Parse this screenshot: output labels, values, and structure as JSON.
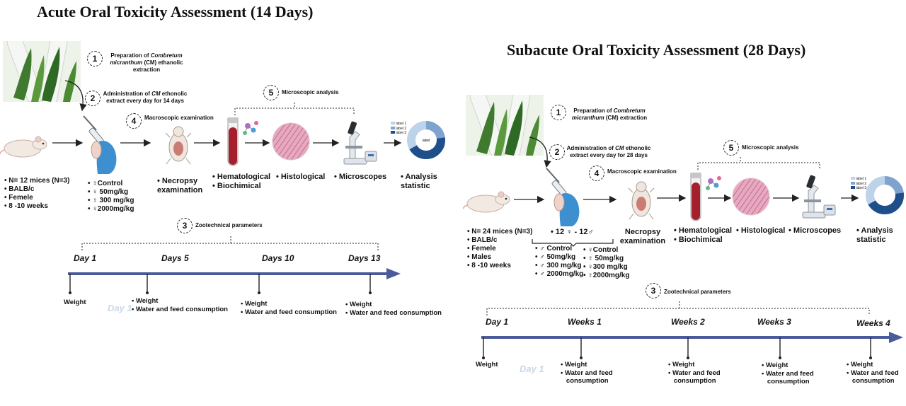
{
  "acute": {
    "title": "Acute Oral Toxicity  Assessment (14 Days)",
    "steps": {
      "s1": {
        "num": "1",
        "line1a": "Preparation of ",
        "line1b": "Combretum",
        "line2a": "micranthum",
        "line2b": " (CM) ethanolic",
        "line3": "extraction"
      },
      "s2": {
        "num": "2",
        "line1a": "Administration of ",
        "line1b": "CM",
        "line1c": " ethonolic",
        "line2": "extract every day for 14 days"
      },
      "s4": {
        "num": "4",
        "text": "Macroscopic examination"
      },
      "s5": {
        "num": "5",
        "text": "Microscopic analysis"
      },
      "s3": {
        "num": "3",
        "text": "Zootechnical parameters"
      }
    },
    "subjects": [
      "N= 12 mices (N=3)",
      "BALB/c",
      "Femele",
      "8 -10 weeks"
    ],
    "doses": [
      "♀Control",
      "♀ 50mg/kg",
      "♀ 300 mg/kg",
      "♀2000mg/kg"
    ],
    "labels": {
      "necropsy": "Necropsy examination",
      "hemato": "Hematological",
      "biochem": "Biochimical",
      "histo": "Histological",
      "micro": "Microscopes",
      "analysis": "Analysis statistic"
    },
    "days": [
      "Day 1",
      "Days 5",
      "Days 10",
      "Days 13"
    ],
    "timeline_items": {
      "d1": [
        "Weight"
      ],
      "d5": [
        "Weight",
        "Water and feed consumption"
      ],
      "d10": [
        "Weight",
        "Water and feed consumption"
      ],
      "d13": [
        "Weight",
        "Water and feed consumption"
      ]
    },
    "ghost": "Day 1",
    "legend": [
      "label 1",
      "label 2",
      "label 3"
    ],
    "donut_label": "label"
  },
  "subacute": {
    "title": "Subacute Oral Toxicity  Assessment (28 Days)",
    "steps": {
      "s1": {
        "num": "1",
        "line1a": "Preparation of ",
        "line1b": "Combretum",
        "line2a": "micranthum",
        "line2b": " (CM) extraction"
      },
      "s2": {
        "num": "2",
        "line1a": "Administration of ",
        "line1b": "CM",
        "line1c": " ethonolic",
        "line2": "extract every day for 28 days"
      },
      "s4": {
        "num": "4",
        "text": "Macroscopic examination"
      },
      "s5": {
        "num": "5",
        "text": "Microscopic analysis"
      },
      "s3": {
        "num": "3",
        "text": "Zootechnical parameters"
      }
    },
    "subjects": [
      "N= 24 mices (N=3)",
      "BALB/c",
      "Femele",
      "Males",
      "8 -10 weeks"
    ],
    "group_split": "12 ♀ - 12♂",
    "male_doses": [
      "♂ Control",
      "♂ 50mg/kg",
      "♂ 300 mg/kg",
      "♂ 2000mg/kg"
    ],
    "female_doses": [
      "♀Control",
      "♀ 50mg/kg",
      "♀300 mg/kg",
      "♀2000mg/kg"
    ],
    "labels": {
      "necropsy": "Necropsy examination",
      "hemato": "Hematological",
      "biochem": "Biochimical",
      "histo": "Histological",
      "micro": "Microscopes",
      "analysis": "Analysis statistic"
    },
    "weeks": [
      "Day 1",
      "Weeks 1",
      "Weeks 2",
      "Weeks 3",
      "Weeks 4"
    ],
    "timeline_items": {
      "d1": [
        "Weight"
      ],
      "w1": [
        "Weight",
        "Water and feed",
        "consumption"
      ],
      "w2": [
        "Weight",
        "Water and feed",
        "consumption"
      ],
      "w3": [
        "Weight",
        "Water and feed",
        "consumption"
      ],
      "w4": [
        "Weight",
        "Water and feed",
        "consumption"
      ]
    },
    "ghost": "Day 1",
    "legend": [
      "label 1",
      "label 2",
      "label 3"
    ]
  },
  "colors": {
    "arrow_blue": "#4a5a9a",
    "plant_green": "#3f7a2f",
    "glove_blue": "#3d8fd0",
    "blood_red": "#a3202c",
    "tissue_pink": "#d98aa8",
    "donut_light": "#bcd3ea",
    "donut_mid": "#7fa3cf",
    "donut_dark": "#1f4f8a"
  }
}
